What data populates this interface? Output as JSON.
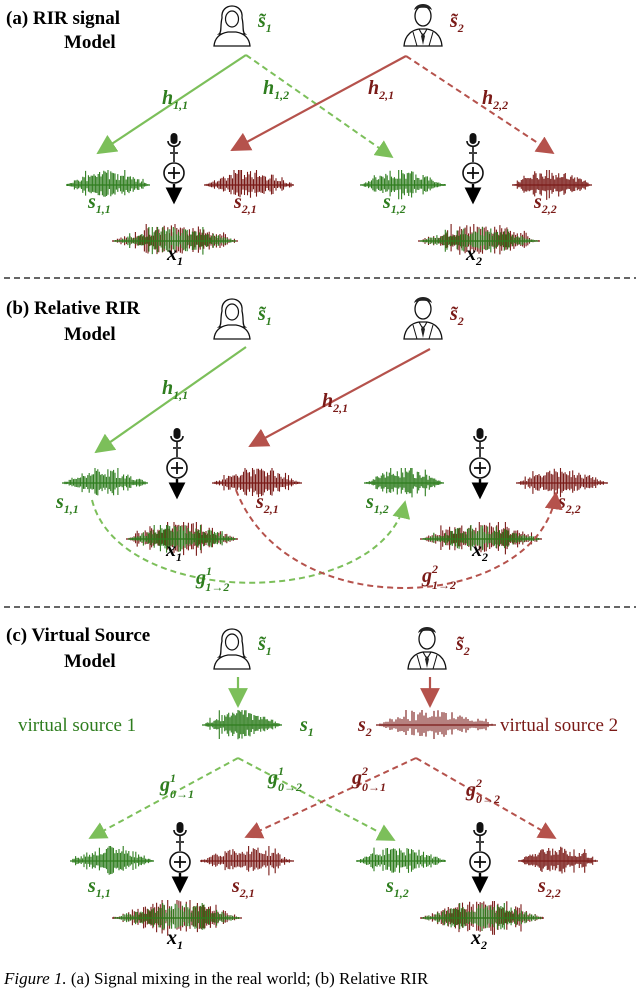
{
  "panels": {
    "a": {
      "title_line1": "(a) RIR signal",
      "title_line2": "Model"
    },
    "b": {
      "title_line1": "(b) Relative RIR",
      "title_line2": "Model"
    },
    "c": {
      "title_line1": "(c) Virtual Source",
      "title_line2": "Model"
    }
  },
  "labels": {
    "speaker1": "s̃",
    "speaker2": "s̃",
    "s": "s",
    "x": "x",
    "h": "h",
    "g": "g",
    "virtual_source_1": "virtual source 1",
    "virtual_source_2": "virtual source 2"
  },
  "caption": {
    "figure_label": "Figure 1.",
    "text": " (a) Signal mixing in the real world; (b) Relative RIR"
  },
  "colors": {
    "green": "#2e7d1e",
    "light_green": "#7cbf5a",
    "red": "#7a1a17",
    "light_red": "#b5524c"
  },
  "icons": [
    "female-speaker-icon",
    "male-speaker-icon",
    "microphone-icon",
    "sum-icon"
  ]
}
